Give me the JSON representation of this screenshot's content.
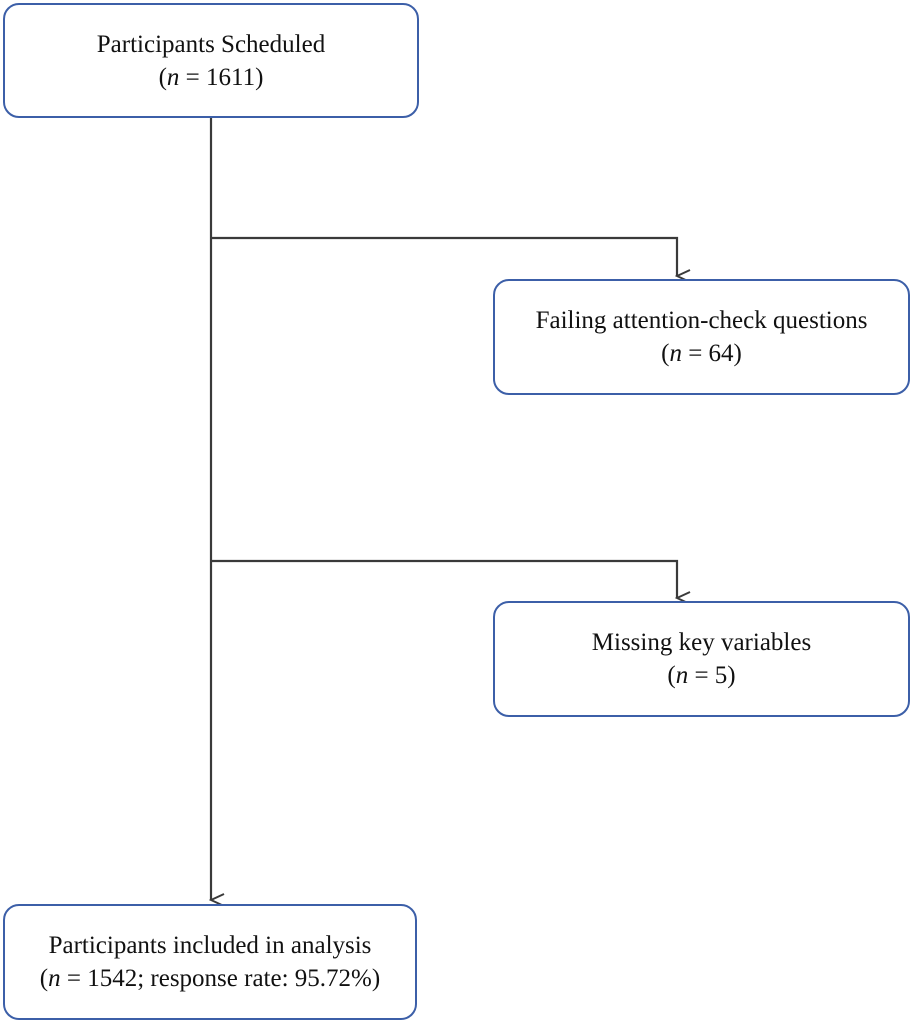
{
  "boxes": {
    "scheduled": {
      "title": "Participants Scheduled",
      "open": "(",
      "n_symbol": "n",
      "n_text": " = 1611)"
    },
    "attention": {
      "title": "Failing attention-check questions",
      "open": "(",
      "n_symbol": "n",
      "n_text": " = 64)"
    },
    "missing": {
      "title": "Missing key variables",
      "open": "(",
      "n_symbol": "n",
      "n_text": " = 5)"
    },
    "included": {
      "title": "Participants included in analysis",
      "open": "(",
      "n_symbol": "n",
      "n_text": " = 1542; response rate: 95.72%)"
    }
  },
  "colors": {
    "box_border": "#3c5fa8",
    "connector": "#3a3a3a",
    "text": "#111111"
  }
}
